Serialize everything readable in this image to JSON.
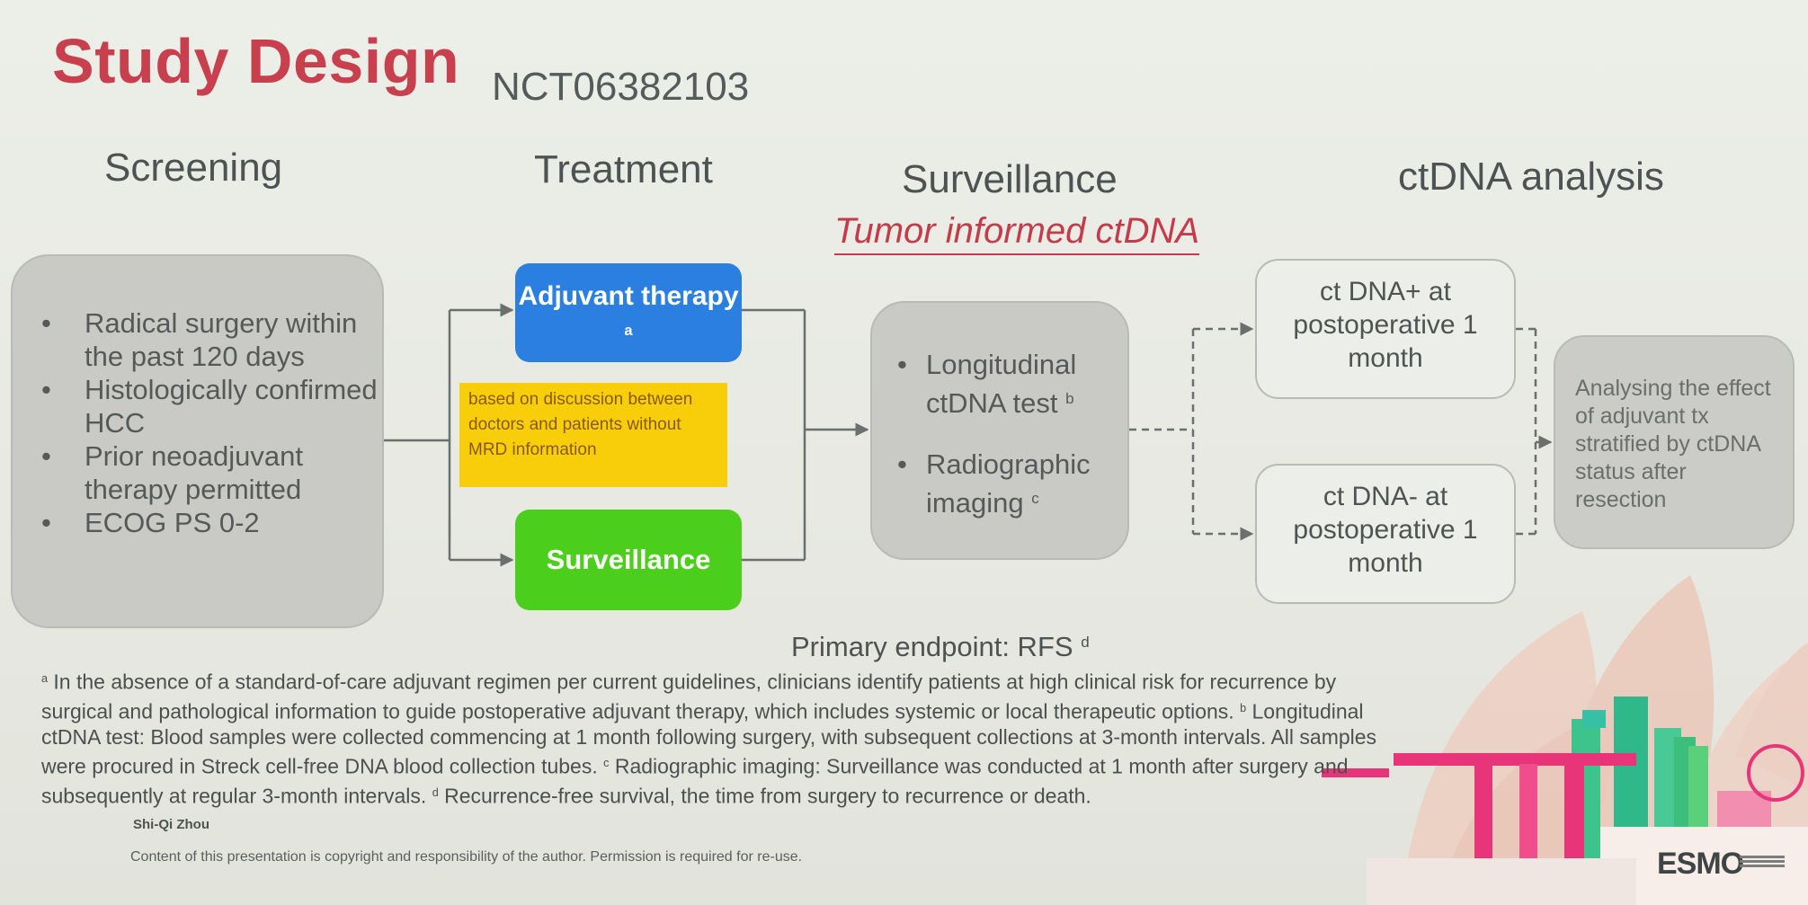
{
  "slide": {
    "title": "Study Design",
    "trial_id": "NCT06382103",
    "phases": [
      "Screening",
      "Treatment",
      "Surveillance",
      "ctDNA analysis"
    ],
    "subheading": "Tumor informed ctDNA",
    "screening_criteria": [
      "Radical surgery within the past 120 days",
      "Histologically confirmed HCC",
      "Prior neoadjuvant therapy permitted",
      "ECOG PS 0-2"
    ],
    "treatment": {
      "adjuvant_label": "Adjuvant therapy",
      "adjuvant_sup": "a",
      "decision_note": "based on discussion between doctors and patients without MRD information",
      "surveillance_label": "Surveillance"
    },
    "surveillance_items": [
      {
        "text": "Longitudinal ctDNA test",
        "sup": "b"
      },
      {
        "text": "Radiographic imaging",
        "sup": "c"
      }
    ],
    "ctdna_positive": "ct DNA+ at postoperative 1 month",
    "ctdna_negative": "ct DNA- at postoperative 1 month",
    "analysis_text": "Analysing the effect of adjuvant tx stratified by ctDNA status after resection",
    "primary_endpoint": "Primary endpoint: RFS",
    "primary_endpoint_sup": "d",
    "footnote": {
      "a_mark": "a",
      "a_text": "In the absence of a standard-of-care adjuvant regimen per current guidelines, clinicians identify patients at high clinical risk for recurrence by surgical and pathological information to guide postoperative adjuvant therapy, which includes systemic or local therapeutic options.",
      "b_mark": "b",
      "b_text": "Longitudinal ctDNA test: Blood samples were collected commencing at 1 month following surgery, with subsequent collections at 3-month intervals. All samples were procured in Streck cell-free DNA blood collection tubes.",
      "c_mark": "c",
      "c_text": "Radiographic imaging: Surveillance was conducted at 1 month after surgery and subsequently at regular 3-month intervals.",
      "d_mark": "d",
      "d_text": "Recurrence-free survival, the time from surgery to recurrence or death."
    },
    "author": "Shi-Qi Zhou",
    "copyright": "Content of this presentation is copyright and responsibility of the author. Permission is required for re-use.",
    "logo": "ESMO",
    "colors": {
      "title": "#c8404e",
      "adjuvant_box": "#2a7fe0",
      "surveillance_box": "#4ccf1c",
      "note_box": "#f8cd0a",
      "grey_box": "#c9cac6"
    }
  }
}
